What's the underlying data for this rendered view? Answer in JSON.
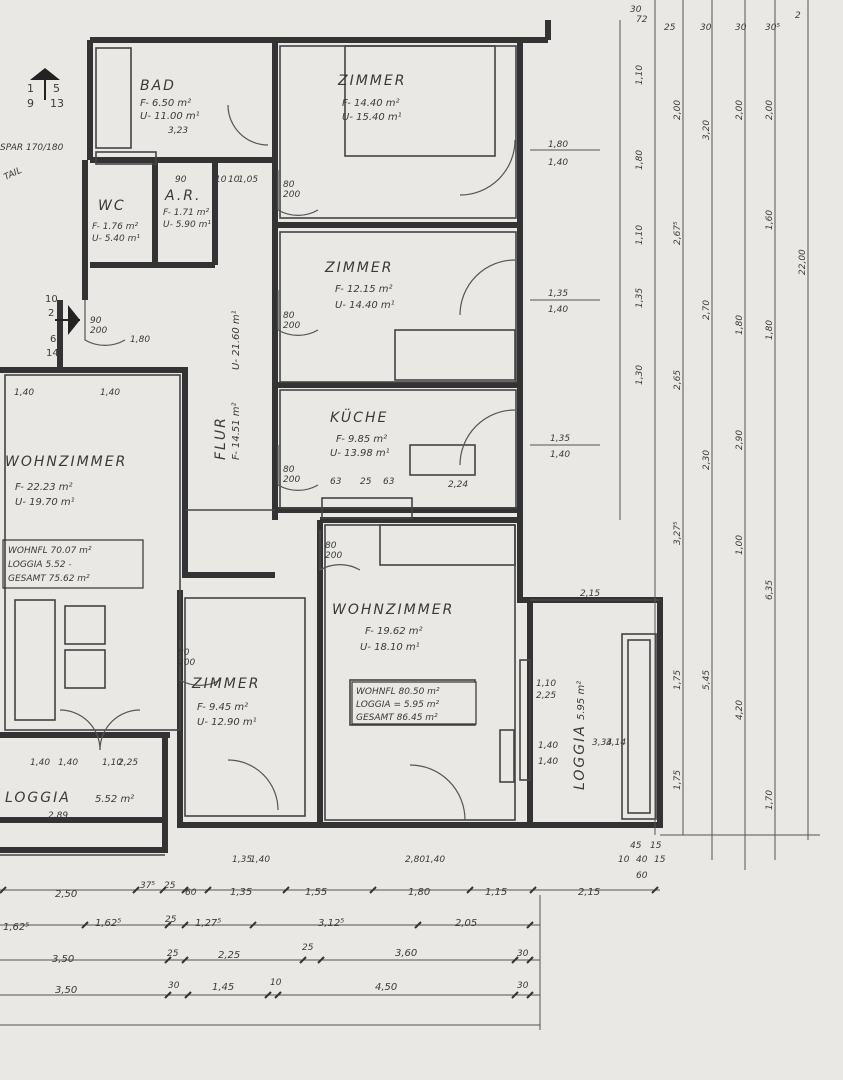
{
  "rooms": [
    {
      "id": "bad",
      "name": "BAD",
      "f": "F- 6.50 m²",
      "u": "U- 11.00 m¹"
    },
    {
      "id": "zimmer-top",
      "name": "ZIMMER",
      "f": "F- 14.40 m²",
      "u": "U- 15.40 m¹"
    },
    {
      "id": "ar",
      "name": "A.R.",
      "f": "F- 1.71 m²",
      "u": "U- 5.90 m¹"
    },
    {
      "id": "wc",
      "name": "WC",
      "f": "F- 1.76 m²",
      "u": "U- 5.40 m¹"
    },
    {
      "id": "zimmer-mid",
      "name": "ZIMMER",
      "f": "F- 12.15 m²",
      "u": "U- 14.40 m¹"
    },
    {
      "id": "flur",
      "name": "FLUR",
      "f": "F- 14.51 m²",
      "u": "U- 21.60 m¹"
    },
    {
      "id": "kueche",
      "name": "KÜCHE",
      "f": "F- 9.85 m²",
      "u": "U- 13.98 m¹"
    },
    {
      "id": "wohnzimmer-left",
      "name": "WOHNZIMMER",
      "f": "F- 22.23 m²",
      "u": "U- 19.70 m¹"
    },
    {
      "id": "wohnzimmer-right",
      "name": "WOHNZIMMER",
      "f": "F- 19.62 m²",
      "u": "U- 18.10 m¹"
    },
    {
      "id": "zimmer-low",
      "name": "ZIMMER",
      "f": "F- 9.45 m²",
      "u": "U- 12.90 m¹"
    },
    {
      "id": "loggia-right",
      "name": "LOGGIA",
      "f": "5.95 m²",
      "u": ""
    },
    {
      "id": "loggia-left",
      "name": "LOGGIA",
      "f": "5.52 m²",
      "u": ""
    }
  ],
  "summaries": {
    "left": {
      "wohnfl": "WOHNFL  70.07 m²",
      "loggia": "LOGGIA    5.52 -",
      "gesamt": "GESAMT 75.62 m²"
    },
    "right": {
      "wohnfl": "WOHNFL   80.50 m²",
      "loggia": "LOGGIA  =  5.95 m²",
      "gesamt": "GESAMT  86.45 m²"
    }
  },
  "markers": {
    "top": {
      "a": "1",
      "b": "5",
      "c": "9",
      "d": "13"
    },
    "side": {
      "a": "10",
      "b": "2",
      "c": "6",
      "d": "14"
    }
  },
  "notes": {
    "spar": "SPAR 170/180",
    "detail": "TAIL"
  },
  "door_labels": {
    "d1": "80\n200",
    "d2": "80\n200",
    "d3": "80\n200",
    "d4": "80\n200",
    "d5": "80\n200",
    "d6": "90\n200"
  },
  "bottom_dims": {
    "row1": [
      "2,50",
      "37⁵",
      "25",
      "60",
      "1,35",
      "1,55",
      "1,80",
      "1,15",
      "2,15"
    ],
    "row2": [
      "1,62⁵",
      "1,62⁵",
      "25",
      "1,27⁵",
      "3,12⁵",
      "2,05"
    ],
    "row3": [
      "3,50",
      "25",
      "2,25",
      "25",
      "3,60",
      "30"
    ],
    "row4": [
      "3,50",
      "30",
      "1,45",
      "10",
      "4,50",
      "30"
    ]
  },
  "right_dims": {
    "col1": [
      "1,10",
      "1,80",
      "1,10",
      "1,35",
      "1,30"
    ],
    "col2": [
      "2,00",
      "2,67⁵",
      "2,70",
      "2,65",
      "2,30",
      "3,27⁵"
    ],
    "col3": [
      "3,20",
      "2,00",
      "1,80",
      "2,90",
      "1,00",
      "6,35"
    ],
    "col4": [
      "2,00",
      "1,60",
      "1,80",
      "22,00"
    ],
    "lower": [
      "1,75",
      "5,45",
      "4,20",
      "1,70",
      "1,75"
    ]
  },
  "window_dims": [
    {
      "a": "1,80",
      "b": "1,40"
    },
    {
      "a": "1,35",
      "b": "1,40"
    },
    {
      "a": "1,35",
      "b": "1,40"
    },
    {
      "a": "1,40",
      "b": "1,40"
    },
    {
      "a": "2,15",
      "b": ""
    },
    {
      "a": "1,10",
      "b": "2,25"
    }
  ],
  "misc": {
    "h_flur": "1,80",
    "kueche_row": [
      "63",
      "25",
      "63",
      "2,24"
    ],
    "bad_dim": "3,23",
    "ar_dims": [
      "10",
      "90",
      "10",
      "1,05"
    ],
    "wc_dims": [
      "1,40",
      "1,40"
    ],
    "loggia_left_dims": [
      "1,40",
      "1,40",
      "1,10",
      "2,25"
    ],
    "loggia_bottom": "2,89",
    "zimmer_low_dims": [
      "1,35",
      "1,40"
    ],
    "wz_right_dims": [
      "2,80",
      "1,40"
    ],
    "loggia_right_small": [
      "3,34",
      "3,14"
    ],
    "bottom_right_small": [
      "45",
      "15",
      "10",
      "40",
      "15",
      "60"
    ],
    "top_right": [
      "30",
      "72",
      "25",
      "30",
      "30",
      "30⁵",
      "2"
    ]
  }
}
